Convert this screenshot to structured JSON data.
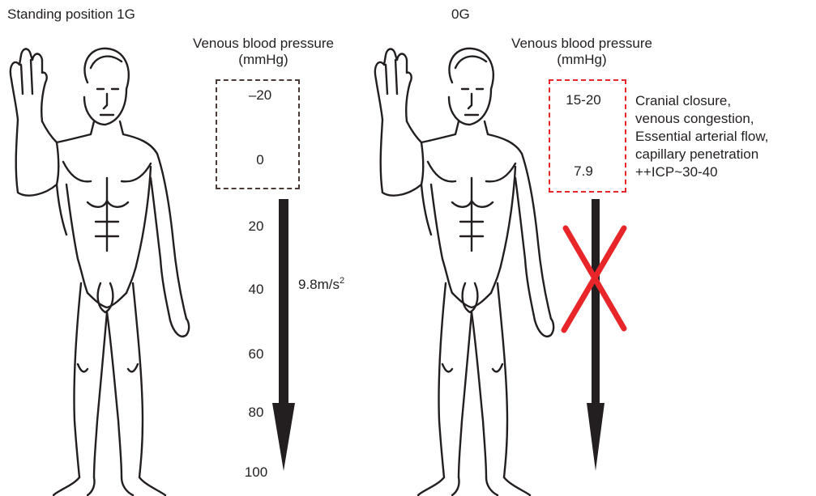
{
  "left_panel": {
    "title": "Standing position 1G",
    "pressure_label": "Venous blood pressure",
    "pressure_unit": "(mmHg)",
    "box_values": [
      "–20",
      "0"
    ],
    "scale_values": [
      "20",
      "40",
      "60",
      "80",
      "100"
    ],
    "acceleration": "9.8m/s",
    "acceleration_exponent": "2"
  },
  "right_panel": {
    "title": "0G",
    "pressure_label": "Venous blood pressure",
    "pressure_unit": "(mmHg)",
    "box_values": [
      "15-20",
      "7.9"
    ],
    "notes": [
      "Cranial closure,",
      "venous congestion,",
      "Essential arterial flow,",
      "capillary penetration",
      "++ICP~30-40"
    ]
  },
  "colors": {
    "ink": "#231f20",
    "left_box_border": "#4a3b36",
    "right_box_border": "#e8262a",
    "cross": "#e8262a",
    "arrow": "#231f20"
  },
  "icons": {
    "figure": "standing-human-figure-icon",
    "gravity_arrow": "down-arrow-icon",
    "cancel_mark": "red-x-cross-icon"
  }
}
